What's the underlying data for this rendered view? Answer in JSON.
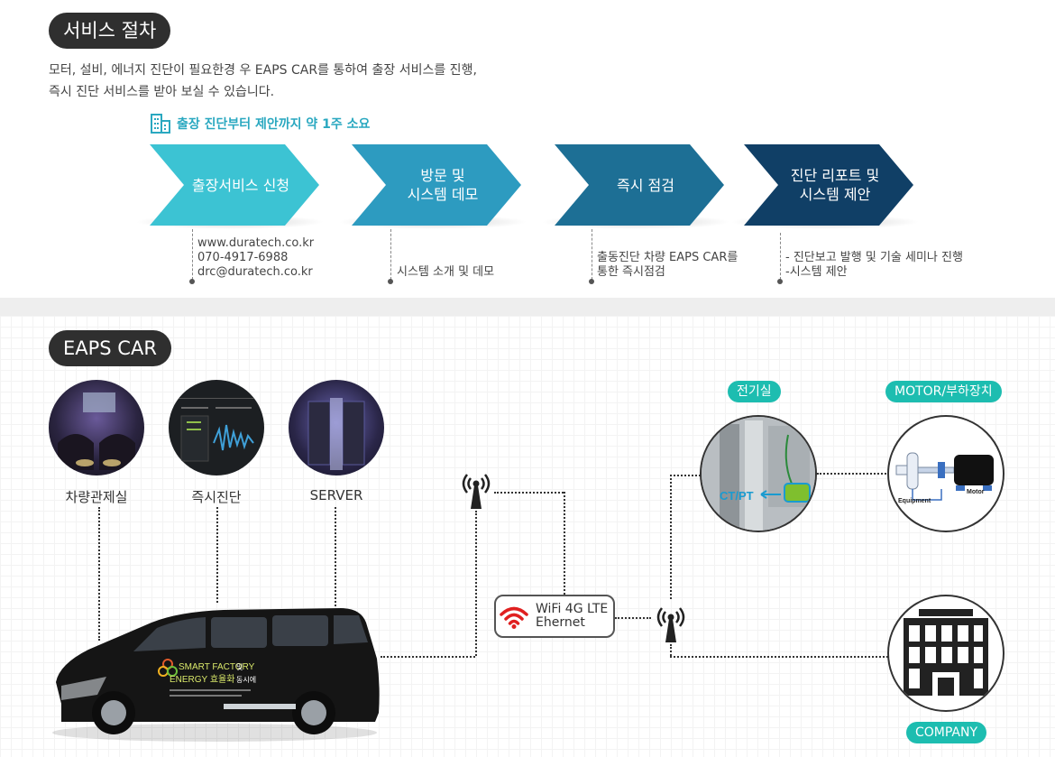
{
  "procedure": {
    "title": "서비스 절차",
    "intro_line1": "모터, 설비, 에너지 진단이 필요한경 우 EAPS CAR를 통하여 출장 서비스를 진행,",
    "intro_line2": "즉시 진단 서비스를 받아 보실 수 있습니다.",
    "duration": "출장 진단부터 제안까지 약 1주 소요",
    "steps": [
      {
        "label": "출장서비스 신청",
        "color": "#3cc3d3",
        "details": "www.duratech.co.kr\n070-4917-6988\ndrc@duratech.co.kr"
      },
      {
        "label": "방문 및\n시스템 데모",
        "color": "#2d9bc0",
        "details": "시스템 소개 및 데모"
      },
      {
        "label": "즉시 점검",
        "color": "#1d6f95",
        "details": "출동진단 차량  EAPS CAR를\n통한 즉시점검"
      },
      {
        "label": "진단 리포트 및\n시스템 제안",
        "color": "#103f66",
        "details": "- 진단보고 발행 및 기술 세미나 진행\n-시스템 제안"
      }
    ]
  },
  "eaps": {
    "title": "EAPS CAR",
    "features": [
      {
        "caption": "차량관제실",
        "icon": "vehicle-control-room-photo"
      },
      {
        "caption": "즉시진단",
        "icon": "instant-diagnosis-screen-photo"
      },
      {
        "caption": "SERVER",
        "icon": "server-rack-photo"
      }
    ],
    "wifi_label": "WiFi 4G LTE\nEhernet",
    "electric_room_tag": "전기실",
    "ctpt_label": "CT/PT",
    "motor_tag": "MOTOR/부하장치",
    "equipment_label": "Equipment",
    "motor_label": "Motor",
    "company_tag": "COMPANY",
    "van_text": {
      "line1": "SMART FACTORY",
      "line1_suffix": "및",
      "line2": "ENERGY 효율화",
      "line2_suffix": "동시에"
    },
    "accent_color": "#1dbdb0"
  }
}
